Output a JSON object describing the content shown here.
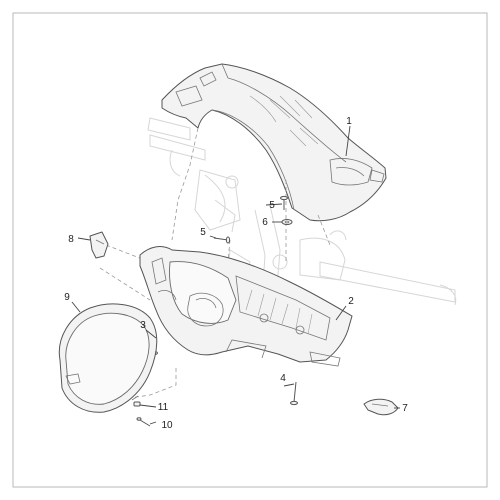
{
  "callouts": {
    "c1": "1",
    "c2": "2",
    "c3": "3",
    "c4": "4",
    "c5a": "5",
    "c5b": "5",
    "c6": "6",
    "c7": "7",
    "c8": "8",
    "c9": "9",
    "c10": "10",
    "c11": "11"
  }
}
